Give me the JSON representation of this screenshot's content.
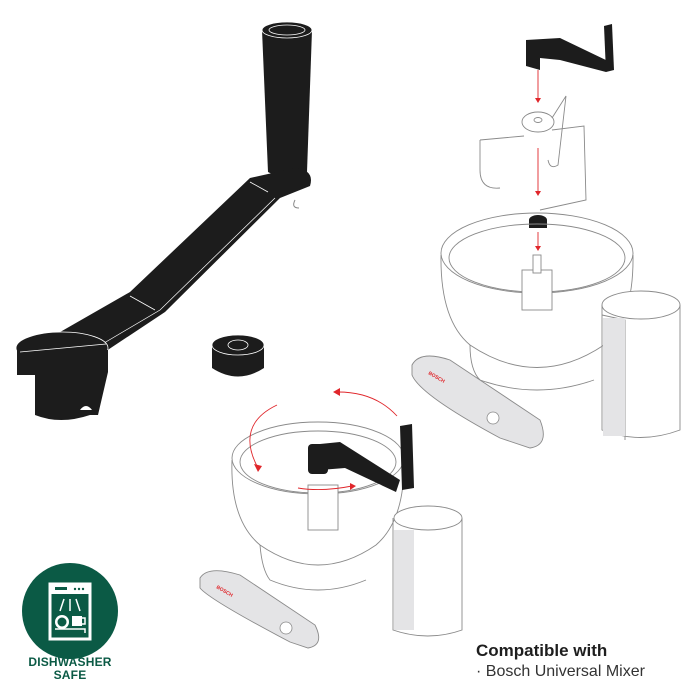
{
  "illustrations": {
    "main_part": "hand-crank-attachment",
    "accessory": "rubber-spacer",
    "step_1": "assembly-exploded-view",
    "step_2": "crank-in-use-on-mixer",
    "mixer_brand": "BOSCH"
  },
  "colors": {
    "part": "#1c1c1c",
    "accent_arrow": "#e0262b",
    "badge_green": "#0b5a45",
    "outline": "#8a8a8a",
    "panel": "#e4e4e6"
  },
  "badge": {
    "icon": "dishwasher-icon",
    "line1": "DISHWASHER",
    "line2": "SAFE"
  },
  "compatibility": {
    "title": "Compatible with",
    "items": [
      "· Bosch Universal Mixer"
    ]
  }
}
